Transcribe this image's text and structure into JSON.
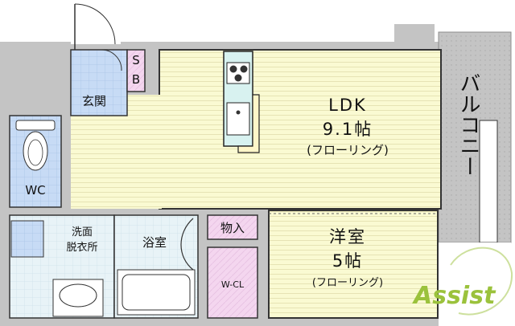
{
  "rooms": {
    "ldk": {
      "name": "LDK",
      "size": "9.1帖",
      "floor": "(フローリング)",
      "color": "#fafad2"
    },
    "western": {
      "name": "洋室",
      "size": "5帖",
      "floor": "(フローリング)"
    },
    "entrance": {
      "name": "玄関",
      "color": "#c7dbf5"
    },
    "shoe_box": {
      "top": "S",
      "bottom": "B",
      "color": "#f4d6ef"
    },
    "wc": {
      "name": "WC",
      "color": "#c7dbf5"
    },
    "washroom": {
      "line1": "洗面",
      "line2": "脱衣所"
    },
    "bath": {
      "name": "浴室"
    },
    "storage": {
      "name": "物入",
      "color": "#f4d6ef"
    },
    "walk_in_closet": {
      "name": "W-CL"
    },
    "balcony": {
      "name": "バルコニー",
      "color": "#c4c4c4"
    }
  },
  "logo": {
    "text": "Assist",
    "color": "#9bc23c"
  },
  "colors": {
    "wall": "#8c8c8c",
    "outside": "#c4c4c4",
    "tile": "#e8f3f7",
    "line": "#222222"
  }
}
